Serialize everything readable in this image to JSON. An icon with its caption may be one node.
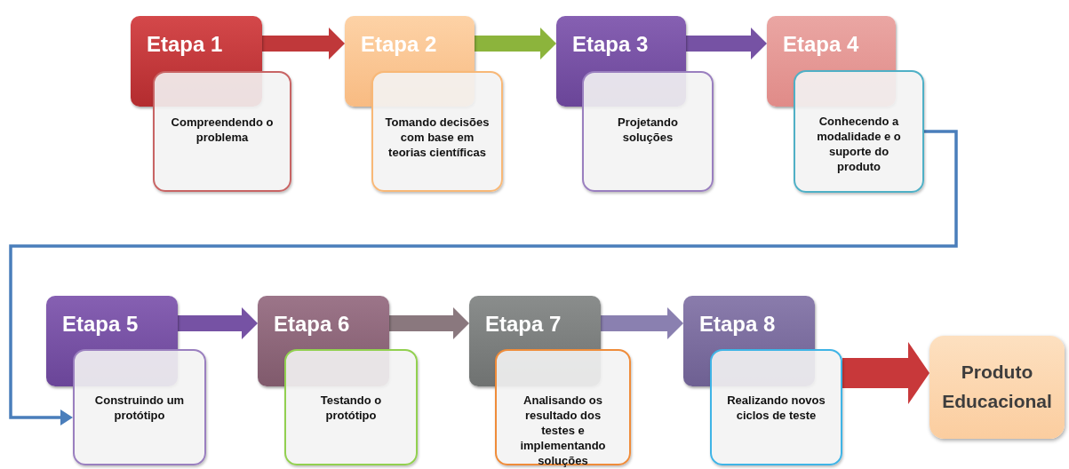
{
  "diagram": {
    "nodes": [
      {
        "text": [
          "Etapa 1"
        ]
      },
      {
        "text": [
          "Compreendendo o problema"
        ]
      },
      {
        "text": [
          "Etapa 2"
        ]
      },
      {
        "text": [
          "Tomando decisões com base em teorias científicas"
        ]
      },
      {
        "text": [
          "Etapa 3"
        ]
      },
      {
        "text": [
          "Projetando soluções"
        ]
      },
      {
        "text": [
          "Etapa 4"
        ]
      },
      {
        "text": [
          "Conhecendo a modalidade e o suporte do produto"
        ]
      },
      {
        "text": [
          "Etapa 5"
        ]
      },
      {
        "text": [
          "Construindo um protótipo"
        ]
      },
      {
        "text": [
          "Etapa 6"
        ]
      },
      {
        "text": [
          "Testando o protótipo"
        ]
      },
      {
        "text": [
          "Etapa 7"
        ]
      },
      {
        "text": [
          "Analisando os resultado dos testes e implementando soluções"
        ]
      },
      {
        "text": [
          "Etapa 8"
        ]
      },
      {
        "text": [
          "Realizando novos ciclos de teste"
        ]
      },
      {
        "text": [
          "Produto Educacional"
        ]
      }
    ],
    "edges": [
      {
        "from": 0,
        "to": 2,
        "arrow": "to",
        "color": "#c0383a"
      },
      {
        "from": 2,
        "to": 4,
        "arrow": "to",
        "color": "#8cb43c"
      },
      {
        "from": 4,
        "to": 6,
        "arrow": "to",
        "color": "#7652a4"
      },
      {
        "from": 7,
        "to": 9,
        "arrow": "to",
        "color": "#4a7ebb"
      },
      {
        "from": 8,
        "to": 10,
        "arrow": "to",
        "color": "#7652a4"
      },
      {
        "from": 10,
        "to": 12,
        "arrow": "to",
        "color": "#8a787e"
      },
      {
        "from": 12,
        "to": 14,
        "arrow": "to",
        "color": "#8a80b0"
      },
      {
        "from": 15,
        "to": 16,
        "arrow": "to",
        "style": "thick",
        "color": "#c8383a"
      }
    ]
  }
}
